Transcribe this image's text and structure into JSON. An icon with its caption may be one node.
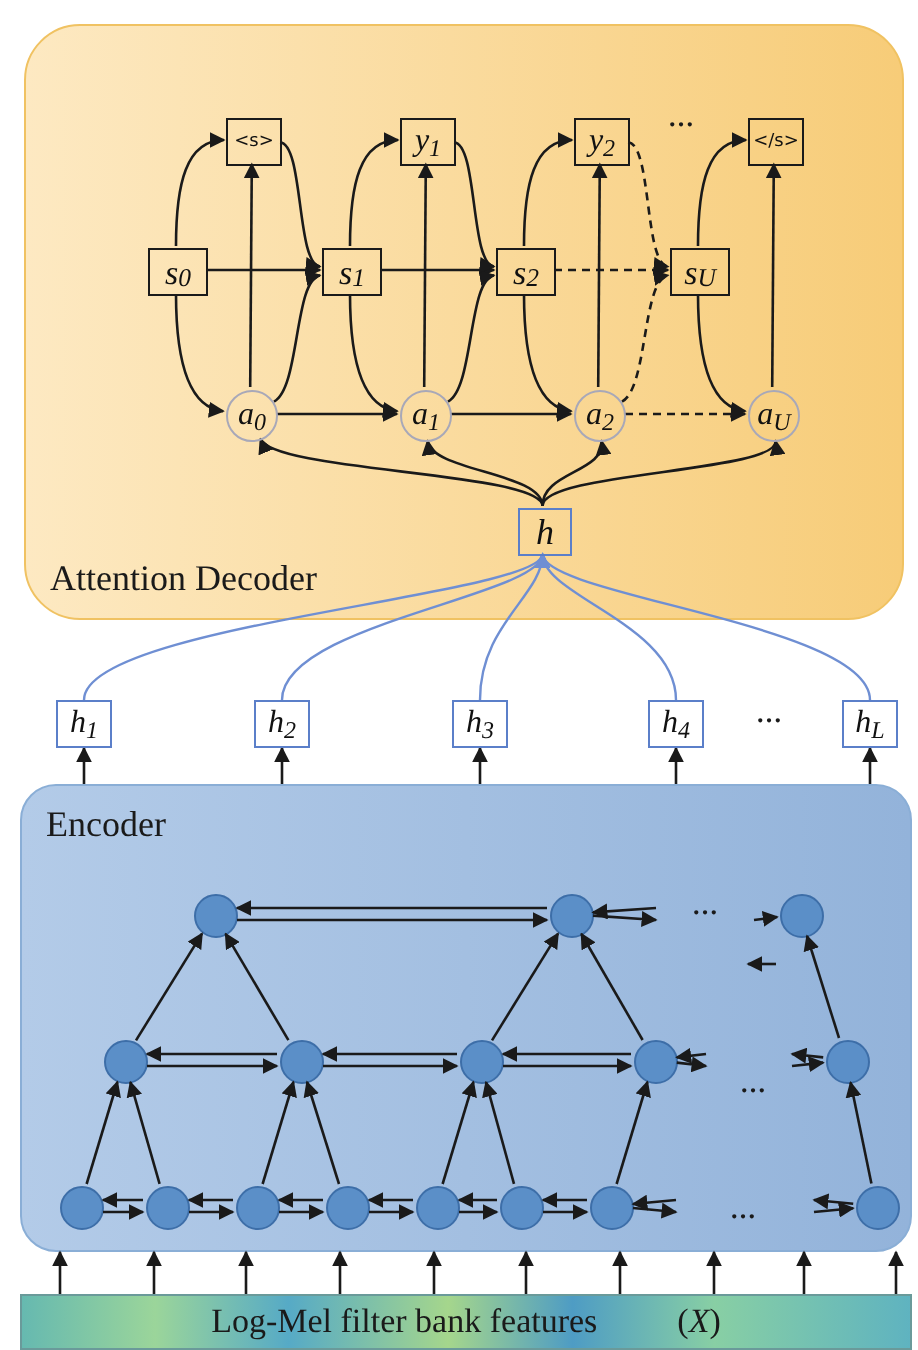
{
  "diagram": {
    "nodes": [
      {
        "text": [
          "Attention Decoder"
        ]
      },
      {
        "text": [
          "<s>"
        ],
        "in": 0
      },
      {
        "text": [
          "y$_{1}$"
        ],
        "in": 0
      },
      {
        "text": [
          "y$_{2}$"
        ],
        "in": 0
      },
      {
        "text": [
          "</s>"
        ],
        "in": 0
      },
      {
        "text": [
          "s$_{0}$"
        ],
        "in": 0
      },
      {
        "text": [
          "s$_{1}$"
        ],
        "in": 0
      },
      {
        "text": [
          "s$_{2}$"
        ],
        "in": 0
      },
      {
        "text": [
          "s$_{U}$"
        ],
        "in": 0
      },
      {
        "text": [
          "a$_{0}$"
        ],
        "in": 0
      },
      {
        "text": [
          "a$_{1}$"
        ],
        "in": 0
      },
      {
        "text": [
          "a$_{2}$"
        ],
        "in": 0
      },
      {
        "text": [
          "a$_{U}$"
        ],
        "in": 0
      },
      {
        "text": [
          "h"
        ],
        "in": 0
      },
      {
        "text": [
          "h$_{1}$"
        ]
      },
      {
        "text": [
          "h$_{2}$"
        ]
      },
      {
        "text": [
          "h$_{3}$"
        ]
      },
      {
        "text": [
          "h$_{4}$"
        ]
      },
      {
        "text": [
          "h$_{L}$"
        ]
      },
      {
        "text": [
          "Encoder"
        ]
      },
      {
        "text": [],
        "shape": "circle",
        "in": 19
      },
      {
        "text": [],
        "shape": "circle",
        "in": 19
      },
      {
        "text": [],
        "shape": "circle",
        "in": 19
      },
      {
        "text": [],
        "shape": "circle",
        "in": 19
      },
      {
        "text": [],
        "shape": "circle",
        "in": 19
      },
      {
        "text": [],
        "shape": "circle",
        "in": 19
      },
      {
        "text": [],
        "shape": "circle",
        "in": 19
      },
      {
        "text": [],
        "shape": "circle",
        "in": 19
      },
      {
        "text": [],
        "shape": "circle",
        "in": 19
      },
      {
        "text": [],
        "shape": "circle",
        "in": 19
      },
      {
        "text": [],
        "shape": "circle",
        "in": 19
      },
      {
        "text": [],
        "shape": "circle",
        "in": 19
      },
      {
        "text": [],
        "shape": "circle",
        "in": 19
      },
      {
        "text": [],
        "shape": "circle",
        "in": 19
      },
      {
        "text": [],
        "shape": "circle",
        "in": 19
      },
      {
        "text": [],
        "shape": "circle",
        "in": 19
      },
      {
        "text": [
          "Log-Mel filter bank features",
          "(*X*)"
        ]
      }
    ],
    "edges": [
      {
        "from": 5,
        "to": 1,
        "arrow": "to"
      },
      {
        "from": 5,
        "to": 6,
        "arrow": "to"
      },
      {
        "from": 5,
        "to": 9,
        "arrow": "to"
      },
      {
        "from": 9,
        "to": 1,
        "arrow": "to"
      },
      {
        "from": 9,
        "to": 6,
        "arrow": "to"
      },
      {
        "from": 9,
        "to": 10,
        "arrow": "to"
      },
      {
        "from": 1,
        "to": 6,
        "arrow": "to"
      },
      {
        "from": 6,
        "to": 2,
        "arrow": "to"
      },
      {
        "from": 6,
        "to": 7,
        "arrow": "to"
      },
      {
        "from": 6,
        "to": 10,
        "arrow": "to"
      },
      {
        "from": 10,
        "to": 2,
        "arrow": "to"
      },
      {
        "from": 10,
        "to": 7,
        "arrow": "to"
      },
      {
        "from": 10,
        "to": 11,
        "arrow": "to"
      },
      {
        "from": 2,
        "to": 7,
        "arrow": "to"
      },
      {
        "from": 7,
        "to": 3,
        "arrow": "to"
      },
      {
        "from": 7,
        "to": 8,
        "arrow": "to",
        "style": "dashed"
      },
      {
        "from": 7,
        "to": 11,
        "arrow": "to"
      },
      {
        "from": 11,
        "to": 3,
        "arrow": "to"
      },
      {
        "from": 11,
        "to": 8,
        "arrow": "to",
        "style": "dashed"
      },
      {
        "from": 11,
        "to": 12,
        "arrow": "to",
        "style": "dashed"
      },
      {
        "from": 3,
        "to": 8,
        "arrow": "to",
        "style": "dashed"
      },
      {
        "from": 8,
        "to": 4,
        "arrow": "to"
      },
      {
        "from": 8,
        "to": 12,
        "arrow": "to"
      },
      {
        "from": 12,
        "to": 4,
        "arrow": "to"
      },
      {
        "from": 13,
        "to": 9,
        "arrow": "to"
      },
      {
        "from": 13,
        "to": 10,
        "arrow": "to"
      },
      {
        "from": 13,
        "to": 11,
        "arrow": "to"
      },
      {
        "from": 13,
        "to": 12,
        "arrow": "to"
      },
      {
        "from": 14,
        "to": 13,
        "arrow": "to",
        "color": "#6f8fd3"
      },
      {
        "from": 15,
        "to": 13,
        "arrow": "to",
        "color": "#6f8fd3"
      },
      {
        "from": 16,
        "to": 13,
        "arrow": "to",
        "color": "#6f8fd3"
      },
      {
        "from": 17,
        "to": 13,
        "arrow": "to",
        "color": "#6f8fd3"
      },
      {
        "from": 18,
        "to": 13,
        "arrow": "to",
        "color": "#6f8fd3"
      },
      {
        "from": 19,
        "to": 14,
        "arrow": "to"
      },
      {
        "from": 19,
        "to": 15,
        "arrow": "to"
      },
      {
        "from": 19,
        "to": 16,
        "arrow": "to"
      },
      {
        "from": 19,
        "to": 17,
        "arrow": "to"
      },
      {
        "from": 19,
        "to": 18,
        "arrow": "to"
      },
      {
        "from": 36,
        "to": 19,
        "arrow": "to"
      },
      {
        "from": 36,
        "to": 19,
        "arrow": "to"
      },
      {
        "from": 36,
        "to": 19,
        "arrow": "to"
      },
      {
        "from": 36,
        "to": 19,
        "arrow": "to"
      },
      {
        "from": 36,
        "to": 19,
        "arrow": "to"
      },
      {
        "from": 36,
        "to": 19,
        "arrow": "to"
      },
      {
        "from": 36,
        "to": 19,
        "arrow": "to"
      },
      {
        "from": 36,
        "to": 19,
        "arrow": "to"
      },
      {
        "from": 36,
        "to": 19,
        "arrow": "to"
      },
      {
        "from": 36,
        "to": 19,
        "arrow": "to"
      },
      {
        "from": 28,
        "to": 29,
        "arrow": "to"
      },
      {
        "from": 29,
        "to": 28,
        "arrow": "to"
      },
      {
        "from": 29,
        "to": 30,
        "arrow": "to"
      },
      {
        "from": 30,
        "to": 29,
        "arrow": "to"
      },
      {
        "from": 30,
        "to": 31,
        "arrow": "to"
      },
      {
        "from": 31,
        "to": 30,
        "arrow": "to"
      },
      {
        "from": 31,
        "to": 32,
        "arrow": "to"
      },
      {
        "from": 32,
        "to": 31,
        "arrow": "to"
      },
      {
        "from": 32,
        "to": 33,
        "arrow": "to"
      },
      {
        "from": 33,
        "to": 32,
        "arrow": "to"
      },
      {
        "from": 33,
        "to": 34,
        "arrow": "to"
      },
      {
        "from": 34,
        "to": 33,
        "arrow": "to"
      },
      {
        "from": 34,
        "to": null,
        "arrow": "to"
      },
      {
        "from": null,
        "to": 34,
        "arrow": "to"
      },
      {
        "from": null,
        "to": 35,
        "arrow": "to"
      },
      {
        "from": 35,
        "to": null,
        "arrow": "to"
      },
      {
        "from": 23,
        "to": 24,
        "arrow": "to"
      },
      {
        "from": 24,
        "to": 23,
        "arrow": "to"
      },
      {
        "from": 24,
        "to": 25,
        "arrow": "to"
      },
      {
        "from": 25,
        "to": 24,
        "arrow": "to"
      },
      {
        "from": 25,
        "to": 26,
        "arrow": "to"
      },
      {
        "from": 26,
        "to": 25,
        "arrow": "to"
      },
      {
        "from": 26,
        "to": null,
        "arrow": "to"
      },
      {
        "from": null,
        "to": 26,
        "arrow": "to"
      },
      {
        "from": null,
        "to": 27,
        "arrow": "to"
      },
      {
        "from": 27,
        "to": null,
        "arrow": "to"
      },
      {
        "from": 20,
        "to": 21,
        "arrow": "to"
      },
      {
        "from": 21,
        "to": 20,
        "arrow": "to"
      },
      {
        "from": 21,
        "to": null,
        "arrow": "to"
      },
      {
        "from": null,
        "to": 21,
        "arrow": "to"
      },
      {
        "from": null,
        "to": 22,
        "arrow": "to"
      },
      {
        "from": 28,
        "to": 23,
        "arrow": "to"
      },
      {
        "from": 29,
        "to": 23,
        "arrow": "to"
      },
      {
        "from": 30,
        "to": 24,
        "arrow": "to"
      },
      {
        "from": 31,
        "to": 24,
        "arrow": "to"
      },
      {
        "from": 32,
        "to": 25,
        "arrow": "to"
      },
      {
        "from": 33,
        "to": 25,
        "arrow": "to"
      },
      {
        "from": 34,
        "to": 26,
        "arrow": "to"
      },
      {
        "from": 35,
        "to": 27,
        "arrow": "to"
      },
      {
        "from": 23,
        "to": 20,
        "arrow": "to"
      },
      {
        "from": 24,
        "to": 20,
        "arrow": "to"
      },
      {
        "from": 25,
        "to": 21,
        "arrow": "to"
      },
      {
        "from": 26,
        "to": 21,
        "arrow": "to"
      },
      {
        "from": 27,
        "to": 22,
        "arrow": "to"
      }
    ],
    "labels": [
      "…",
      "…",
      "…",
      "…",
      "…"
    ]
  }
}
